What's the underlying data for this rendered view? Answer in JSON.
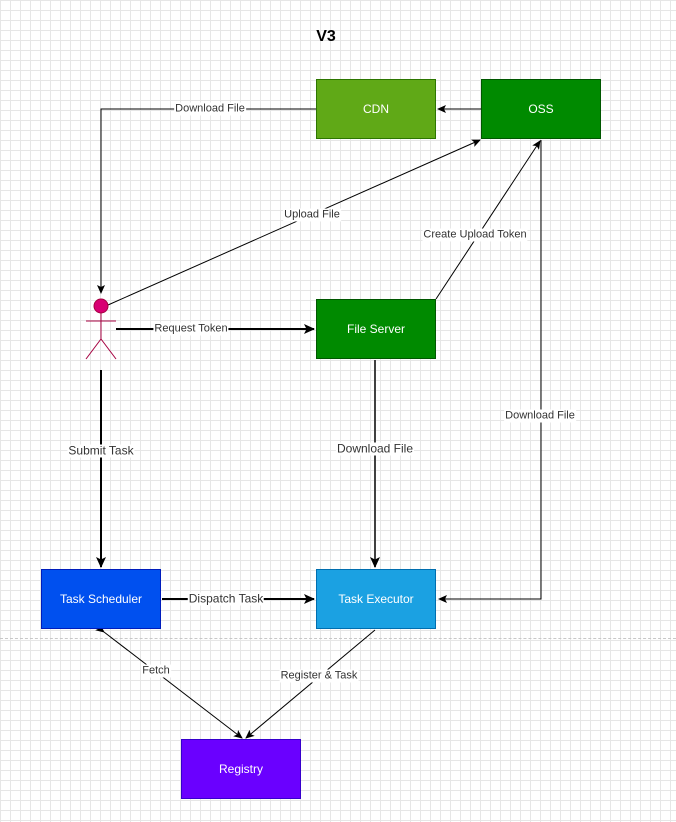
{
  "title": "V3",
  "colors": {
    "cdn": "#60a917",
    "oss": "#008a00",
    "file_server": "#008a00",
    "task_scheduler": "#0050ef",
    "task_executor": "#1ba1e2",
    "registry": "#6a00ff",
    "actor": "#d80073"
  },
  "nodes": {
    "cdn": "CDN",
    "oss": "OSS",
    "file_server": "File Server",
    "task_scheduler": "Task Scheduler",
    "task_executor": "Task Executor",
    "registry": "Registry"
  },
  "edges": {
    "cdn_to_user": "Download File",
    "user_to_oss": "Upload File",
    "fs_to_oss": "Create Upload Token",
    "user_to_fs": "Request Token",
    "oss_to_executor": "Download File",
    "fs_to_executor": "Download File",
    "user_to_scheduler": "Submit Task",
    "scheduler_to_executor": "Dispatch Task",
    "scheduler_registry": "Fetch",
    "executor_to_registry": "Register & Task"
  }
}
